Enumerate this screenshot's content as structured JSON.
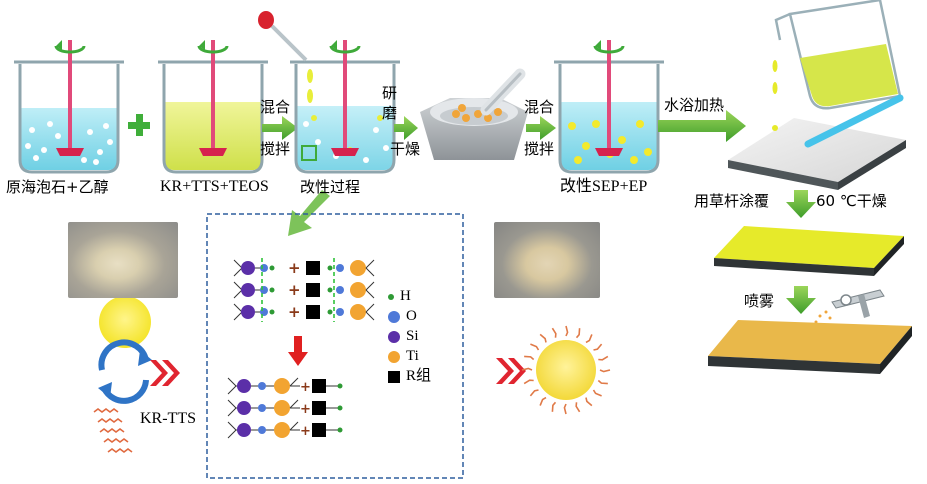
{
  "labels": {
    "step1": "原海泡石+乙醇",
    "step2": "KR+TTS+TEOS",
    "step3": "改性过程",
    "step4": "改性SEP+EP",
    "kr_tts": "KR-TTS",
    "mix_stir_1_a": "混合",
    "mix_stir_1_b": "搅拌",
    "grind_a": "研",
    "grind_b": "磨",
    "dry": "干燥",
    "mix_stir_2_a": "混合",
    "mix_stir_2_b": "搅拌",
    "water_bath": "水浴加热",
    "spread": "用草杆涂覆",
    "dry_60": "60 ℃干燥",
    "spray": "喷雾"
  },
  "legend": [
    {
      "symbol": "H",
      "color": "#2e9a35"
    },
    {
      "symbol": "O",
      "color": "#4f79d8"
    },
    {
      "symbol": "Si",
      "color": "#5b2fa8"
    },
    {
      "symbol": "Ti",
      "color": "#f2a431"
    },
    {
      "symbol": "R组",
      "color": "#000000"
    }
  ],
  "colors": {
    "arrow_green": "#5fb73a",
    "red_arrow": "#e02020",
    "coating_yellow": "#e6ea2a",
    "coating_orange": "#e9b84a",
    "dashed_box": "#2f5e9e"
  }
}
